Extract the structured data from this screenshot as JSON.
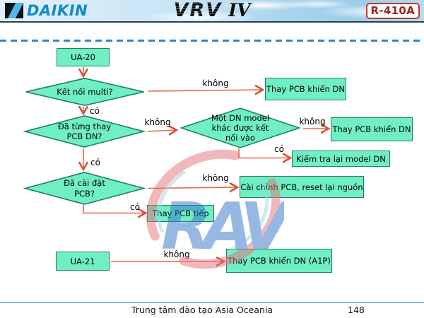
{
  "header": {
    "brand": "DAIKIN",
    "product": "VRV",
    "product_suffix": "IV",
    "badge": "R-410A"
  },
  "labels": {
    "yes": "có",
    "no": "không"
  },
  "flow": {
    "ua20": "UA-20",
    "d_multi": "Kết nối multi?",
    "b_replace1": "Thay PCB khiển DN",
    "d_replaced_before": "Đã từng thay\nPCB DN?",
    "d_other_model": "Một DN model\nkhác được kết\nnối vào",
    "b_replace2": "Thay PCB khiển DN",
    "b_check_model": "Kiểm tra lại model DN",
    "d_installed": "Đã cài đặt\nPCB?",
    "b_adjust_reset": "Cài chỉnh PCB, reset lại nguồn",
    "b_replace_next": "Thay PCB tiếp",
    "ua21": "UA-21",
    "b_replace_a1p": "Thay PCB khiển DN (A1P)"
  },
  "watermark": {
    "text": "RAV"
  },
  "footer": {
    "text": "Trung tâm đào tạo Asia Oceania",
    "page": "148"
  },
  "colors": {
    "node_fill": "#6FEFC3",
    "node_border": "#1F7E6B",
    "arrow": "#E5694A",
    "dashed_line": "#2E86C4",
    "badge_red": "#9C2722",
    "brand_blue": "#1289CB"
  }
}
